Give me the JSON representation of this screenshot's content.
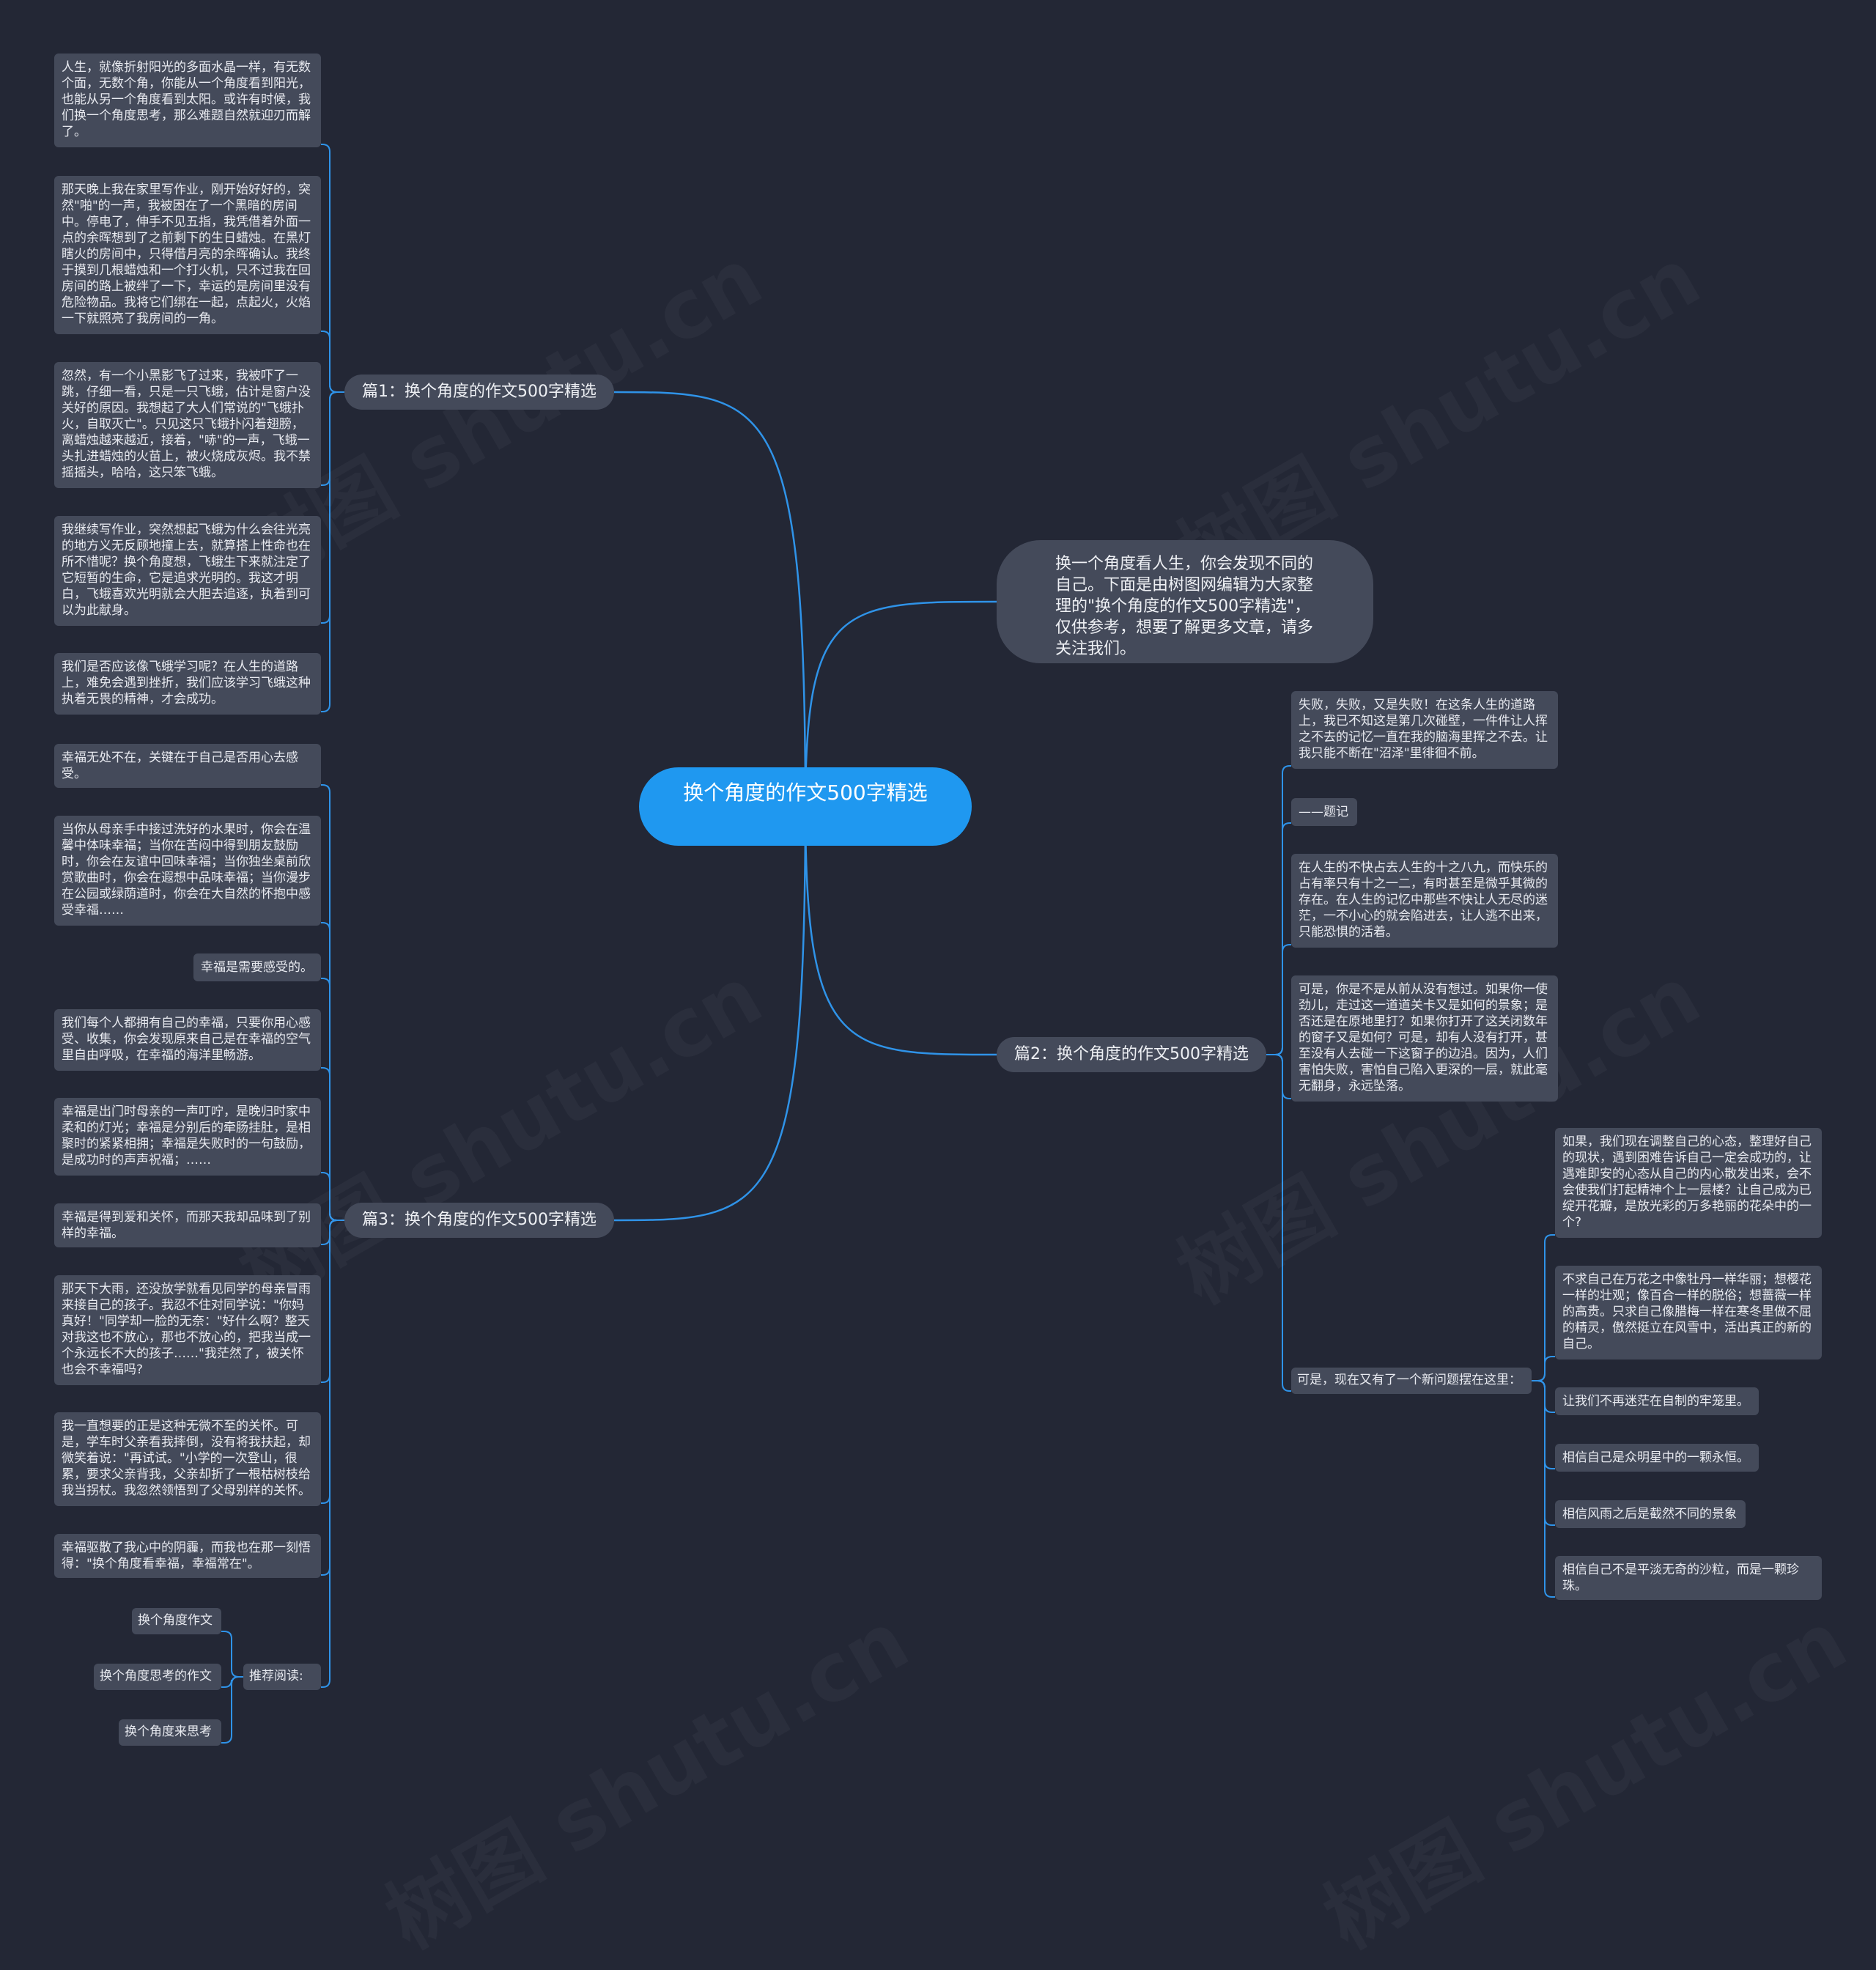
{
  "root": "换个角度的作文500字精选",
  "intro": "换一个角度看人生，你会发现不同的自己。下面是由树图网编辑为大家整理的\"换个角度的作文500字精选\"，仅供参考，想要了解更多文章，请多关注我们。",
  "branch1": {
    "title": "篇1：换个角度的作文500字精选",
    "items": [
      "人生，就像折射阳光的多面水晶一样，有无数个面，无数个角，你能从一个角度看到阳光，也能从另一个角度看到太阳。或许有时候，我们换一个角度思考，那么难题自然就迎刃而解了。",
      "那天晚上我在家里写作业，刚开始好好的，突然\"啪\"的一声，我被困在了一个黑暗的房间中。停电了，伸手不见五指，我凭借着外面一点的余晖想到了之前剩下的生日蜡烛。在黑灯瞎火的房间中，只得借月亮的余晖确认。我终于摸到几根蜡烛和一个打火机，只不过我在回房间的路上被绊了一下，幸运的是房间里没有危险物品。我将它们绑在一起，点起火，火焰一下就照亮了我房间的一角。",
      "忽然，有一个小黑影飞了过来，我被吓了一跳，仔细一看，只是一只飞蛾，估计是窗户没关好的原因。我想起了大人们常说的\"飞蛾扑火，自取灭亡\"。只见这只飞蛾扑闪着翅膀，离蜡烛越来越近，接着，\"哧\"的一声，飞蛾一头扎进蜡烛的火苗上，被火烧成灰烬。我不禁摇摇头，哈哈，这只笨飞蛾。",
      "我继续写作业，突然想起飞蛾为什么会往光亮的地方义无反顾地撞上去，就算搭上性命也在所不惜呢？换个角度想，飞蛾生下来就注定了它短暂的生命，它是追求光明的。我这才明白，飞蛾喜欢光明就会大胆去追逐，执着到可以为此献身。",
      "我们是否应该像飞蛾学习呢？在人生的道路上，难免会遇到挫折，我们应该学习飞蛾这种执着无畏的精神，才会成功。"
    ]
  },
  "branch2": {
    "title": "篇2：换个角度的作文500字精选",
    "items": [
      "失败，失败，又是失败！在这条人生的道路上，我已不知这是第几次碰壁，一件件让人挥之不去的记忆一直在我的脑海里挥之不去。让我只能不断在\"沼泽\"里徘徊不前。",
      "——题记",
      "在人生的不快占去人生的十之八九，而快乐的占有率只有十之一二，有时甚至是微乎其微的存在。在人生的记忆中那些不快让人无尽的迷茫，一不小心的就会陷进去，让人逃不出来，只能恐惧的活着。",
      "可是，你是不是从前从没有想过。如果你一使劲儿，走过这一道道关卡又是如何的景象；是否还是在原地里打？如果你打开了这关闭数年的窗子又是如何？可是，却有人没有打开，甚至没有人去碰一下这窗子的边沿。因为，人们害怕失败，害怕自己陷入更深的一层，就此毫无翻身，永远坠落。"
    ],
    "sub": {
      "label": "可是，现在又有了一个新问题摆在这里：",
      "items": [
        "如果，我们现在调整自己的心态，整理好自己的现状，遇到困难告诉自己一定会成功的，让遇难即安的心态从自己的内心散发出来，会不会使我们打起精神个上一层楼？让自己成为已绽开花瓣，是放光彩的万多艳丽的花朵中的一个?",
        "不求自己在万花之中像牡丹一样华丽；想樱花一样的壮观；像百合一样的脱俗；想蔷薇一样的高贵。只求自己像腊梅一样在寒冬里做不屈的精灵，傲然挺立在风雪中，活出真正的新的自己。",
        "让我们不再迷茫在自制的牢笼里。",
        "相信自己是众明星中的一颗永恒。",
        "相信风雨之后是截然不同的景象",
        "相信自己不是平淡无奇的沙粒，而是一颗珍珠。"
      ]
    }
  },
  "branch3": {
    "title": "篇3：换个角度的作文500字精选",
    "items": [
      "幸福无处不在，关键在于自己是否用心去感受。",
      "当你从母亲手中接过洗好的水果时，你会在温馨中体味幸福；当你在苦闷中得到朋友鼓励时，你会在友谊中回味幸福；当你独坐桌前欣赏歌曲时，你会在遐想中品味幸福；当你漫步在公园或绿荫道时，你会在大自然的怀抱中感受幸福……",
      "幸福是需要感受的。",
      "我们每个人都拥有自己的幸福，只要你用心感受、收集，你会发现原来自己是在幸福的空气里自由呼吸，在幸福的海洋里畅游。",
      "幸福是出门时母亲的一声叮咛，是晚归时家中柔和的灯光；幸福是分别后的牵肠挂肚，是相聚时的紧紧相拥；幸福是失败时的一句鼓励，是成功时的声声祝福；……",
      "幸福是得到爱和关怀，而那天我却品味到了别样的幸福。",
      "那天下大雨，还没放学就看见同学的母亲冒雨来接自己的孩子。我忍不住对同学说：\"你妈真好！\"同学却一脸的无奈：\"好什么啊？整天对我这也不放心，那也不放心的，把我当成一个永远长不大的孩子……\"我茫然了，被关怀也会不幸福吗?",
      "我一直想要的正是这种无微不至的关怀。可是，学车时父亲看我摔倒，没有将我扶起，却微笑着说：\"再试试。\"小学的一次登山，很累，要求父亲背我，父亲却折了一根枯树枝给我当拐杖。我忽然领悟到了父母别样的关怀。",
      "幸福驱散了我心中的阴霾，而我也在那一刻悟得：\"换个角度看幸福，幸福常在\"。"
    ],
    "recommend": {
      "label": "推荐阅读:",
      "items": [
        "换个角度作文",
        "换个角度思考的作文",
        "换个角度来思考"
      ]
    }
  },
  "watermark": "树图 shutu.cn",
  "colors": {
    "background": "#232735",
    "node": "#444a5a",
    "root": "#1f98f0",
    "link": "#2f93e8"
  }
}
